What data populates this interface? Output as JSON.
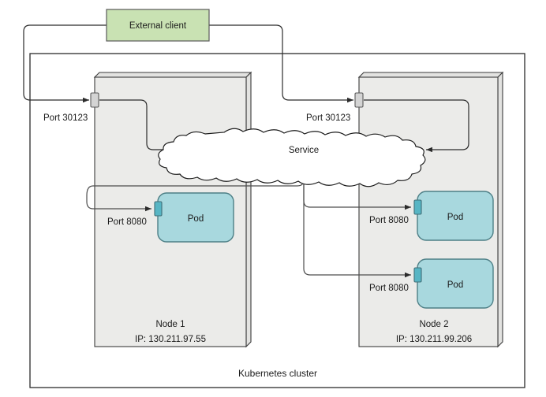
{
  "diagram": {
    "title": "Kubernetes cluster",
    "external_client": {
      "label": "External client"
    },
    "service": {
      "label": "Service"
    },
    "nodes": [
      {
        "name": "Node 1",
        "ip": "IP: 130.211.97.55",
        "node_port_label": "Port 30123",
        "pods": [
          {
            "label": "Pod",
            "port_label": "Port 8080"
          }
        ]
      },
      {
        "name": "Node 2",
        "ip": "IP: 130.211.99.206",
        "node_port_label": "Port 30123",
        "pods": [
          {
            "label": "Pod",
            "port_label": "Port 8080"
          },
          {
            "label": "Pod",
            "port_label": "Port 8080"
          }
        ]
      }
    ],
    "colors": {
      "external_client_fill": "#c9e2b3",
      "external_client_stroke": "#5a5a5a",
      "node_fill": "#ebebe9",
      "node_stroke": "#3b3b3b",
      "pod_fill": "#a8d8de",
      "pod_stroke": "#4d7f86",
      "port_fill": "#d4d4d4",
      "port_stroke": "#5a5a5a",
      "pod_port_fill": "#57b5c4",
      "cloud_fill": "#ffffff",
      "cloud_stroke": "#1a1a1a",
      "connector": "#4d4d4d",
      "cluster_stroke": "#2b2b2b"
    }
  }
}
